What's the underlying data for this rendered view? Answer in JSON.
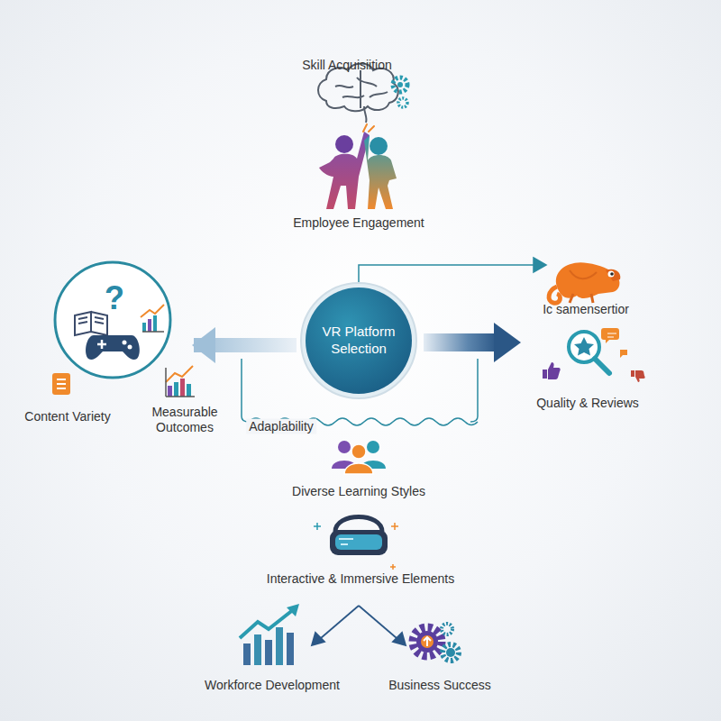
{
  "diagram": {
    "nodes": [
      {
        "text": [
          "VR Platform Selection"
        ]
      },
      {
        "text": [
          "Content Variety",
          "Measurable Outcomes"
        ]
      }
    ],
    "edges": [
      {
        "from": 0,
        "to": 1,
        "arrow": "to"
      }
    ],
    "labels": [
      "Skill Acquisiition",
      "Employee Engagement",
      "Ic samensertior",
      "Quality & Reviews",
      "Adaplability",
      "Diverse Learning Styles",
      "Interactive & Immersive Elements",
      "Workforce Development",
      "Business Success"
    ]
  }
}
